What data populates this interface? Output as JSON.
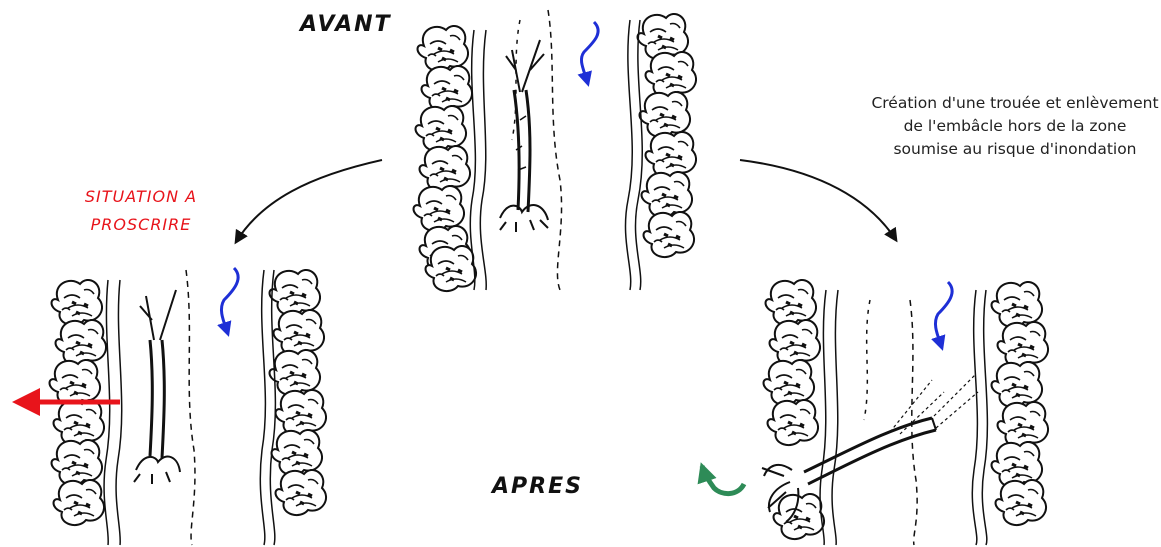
{
  "labels": {
    "before": "AVANT",
    "after": "APRES",
    "proscribed": "SITUATION A PROSCRIRE",
    "action_note": "Création d'une trouée et enlèvement de l'embâcle hors de la zone soumise au risque d'inondation"
  },
  "colors": {
    "flow_arrow": "#1e2fd6",
    "bad_arrow": "#e8141b",
    "good_arrow": "#2e8b57",
    "ink": "#111111"
  }
}
